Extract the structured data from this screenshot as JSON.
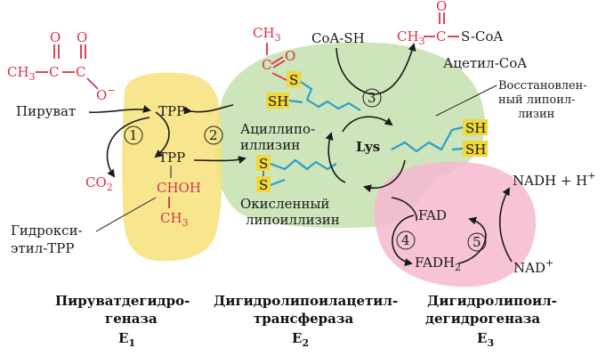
{
  "colors": {
    "e1_fill": "#f7e27a",
    "e2_fill": "#c6dfae",
    "e3_fill": "#f4b8d0",
    "sh_box": "#f0d83a",
    "red_text": "#d6334a",
    "chain": "#2a9fc9"
  },
  "pyruvate": {
    "ch3": "CH",
    "ch3_sub": "3",
    "o_top": "O",
    "o_side": "O",
    "o_charge": "−",
    "c1": "C",
    "c2": "C",
    "name": "Пируват"
  },
  "co2": {
    "label": "CO",
    "sub": "2"
  },
  "tpp_top": "TPP",
  "tpp_bottom": "TPP",
  "choh": "CHOH",
  "ch3_lower": {
    "label": "CH",
    "sub": "3"
  },
  "hydroxyethyl": {
    "line1": "Гидрокси-",
    "line2": "этил-TPP"
  },
  "steps": [
    "1",
    "2",
    "3",
    "4",
    "5"
  ],
  "acyl_ch3": {
    "label": "CH",
    "sub": "3"
  },
  "acyl_c": "C",
  "acyl_o": "O",
  "sh_label": "SH",
  "s_label": "S",
  "acyl_lipo": {
    "line1": "Ацилли­по-",
    "line2": "иллизин"
  },
  "oxidized": {
    "line1": "Окисленный",
    "line2": "липоиллизин"
  },
  "coa_sh": "CoA-SH",
  "acetyl_formula": {
    "ch3": "CH",
    "ch3_sub": "3",
    "c": "C",
    "o": "O",
    "scoa": "S-CoA"
  },
  "acetyl_name": "Ацетил-CoA",
  "reduced": {
    "line1": "Восстановлен-",
    "line2": "ный липоил-",
    "line3": "лизин"
  },
  "lys": "Lys",
  "fad": "FAD",
  "fadh2": {
    "label": "FADH",
    "sub": "2"
  },
  "nadh": "NADH + H",
  "nadh_sup": "+",
  "nad": "NAD",
  "nad_sup": "+",
  "enzymes": [
    {
      "line1": "Пируватдегидро-",
      "line2": "геназа",
      "code": "E",
      "sub": "1"
    },
    {
      "line1": "Дигидролипоилацетил-",
      "line2": "трансфераза",
      "code": "E",
      "sub": "2"
    },
    {
      "line1": "Дигидролипоил-",
      "line2": "дегидрогеназа",
      "code": "E",
      "sub": "3"
    }
  ]
}
